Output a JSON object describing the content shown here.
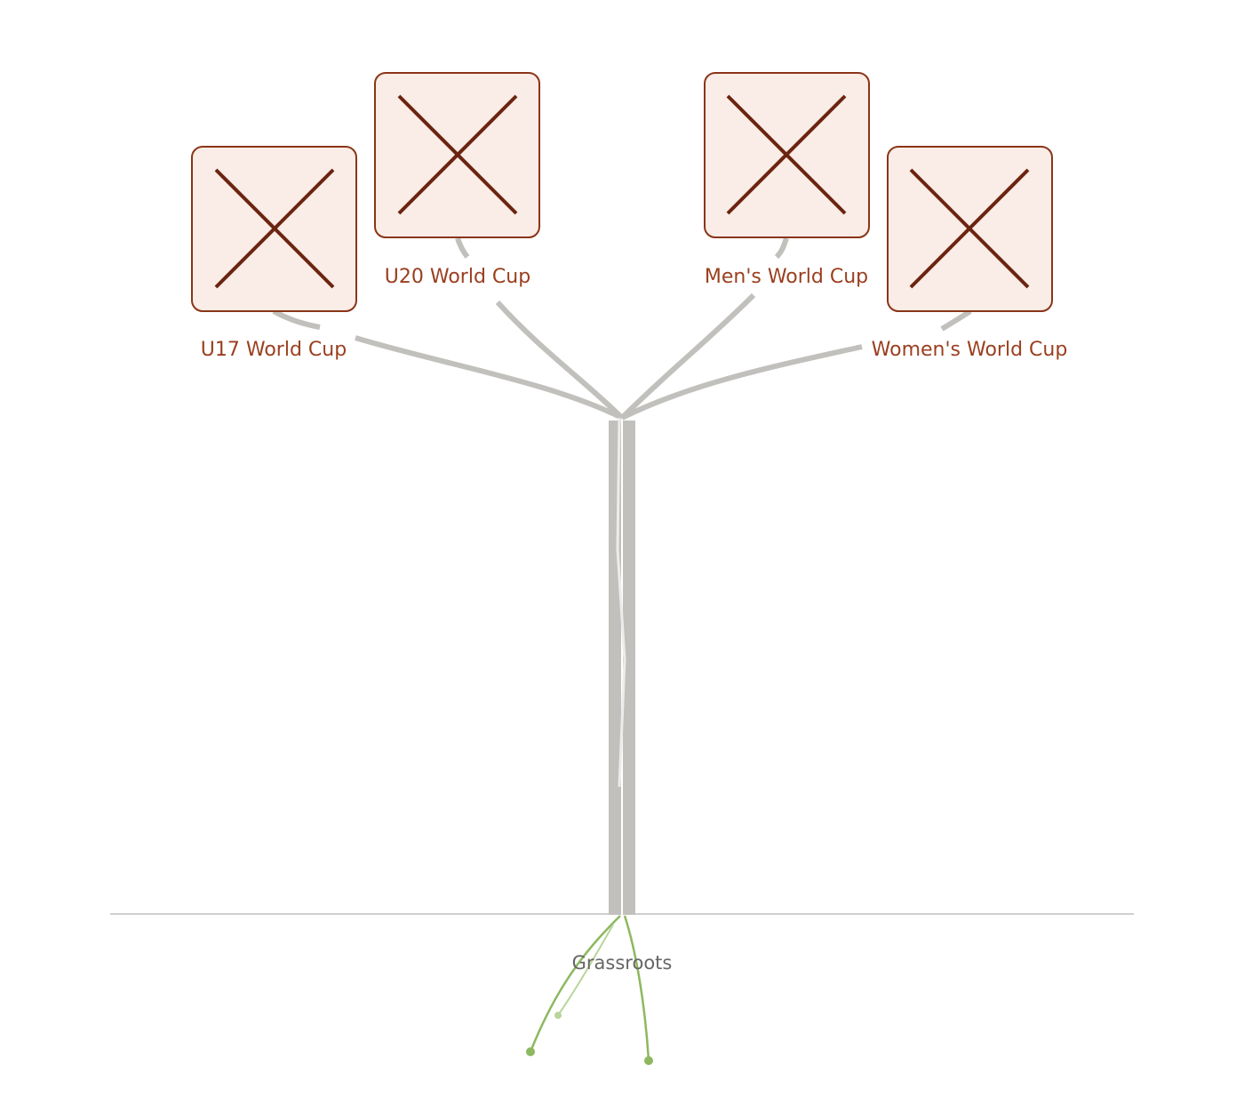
{
  "colors": {
    "branch": "#c1c0bc",
    "trunk": "#c1c0bc",
    "trunk_highlight": "#ececec",
    "ground_line": "#cfcfcf",
    "box_fill": "#faece6",
    "box_stroke": "#8a3518",
    "cross": "#6b2410",
    "label": "#9a3f1f",
    "ground_label": "#666666",
    "root": "#8db85f",
    "root_light": "#b8d59a"
  },
  "branches": [
    {
      "label": "U17 World Cup",
      "icon": "broken-image-icon"
    },
    {
      "label": "U20 World Cup",
      "icon": "broken-image-icon"
    },
    {
      "label": "Men's World Cup",
      "icon": "broken-image-icon"
    },
    {
      "label": "Women's World Cup",
      "icon": "broken-image-icon"
    }
  ],
  "ground": {
    "label": "Grassroots"
  }
}
